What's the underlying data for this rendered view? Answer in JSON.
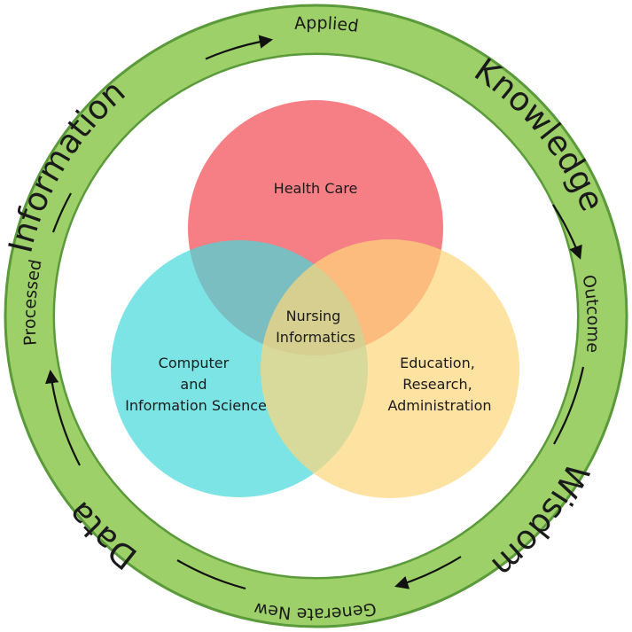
{
  "colors": {
    "ring_outer": "#5a9a3a",
    "ring_fill": "#9ed06a",
    "ring_inner_white": "#ffffff",
    "health_care": "#f25f67",
    "computer_science": "#46d8dc",
    "education": "#fdd67a",
    "text": "#1a1a1a"
  },
  "cycle": {
    "stages": {
      "information": "Information",
      "knowledge": "Knowledge",
      "wisdom": "Wisdom",
      "data": "Data"
    },
    "transitions": {
      "applied": "Applied",
      "outcome": "Outcome",
      "generate_new": "Generate New",
      "processed": "Processed"
    }
  },
  "venn": {
    "health_care": [
      "Health Care"
    ],
    "computer_science": [
      "Computer",
      "and",
      "Information Science"
    ],
    "education": [
      "Education,",
      "Research,",
      "Administration"
    ],
    "center": [
      "Nursing",
      "Informatics"
    ]
  }
}
